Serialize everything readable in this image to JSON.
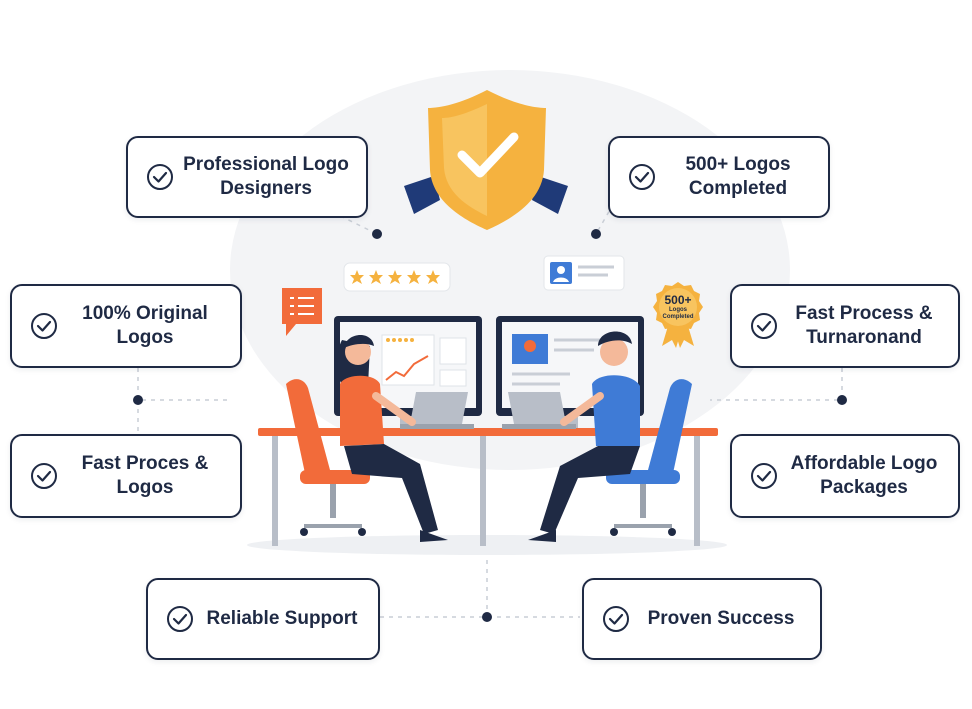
{
  "features": {
    "professional": "Professional Logo\nDesigners",
    "completed": "500+ Logos\nCompleted",
    "original": "100% Original\nLogos",
    "fast_turnaround": "Fast Process &\nTurnaronand",
    "fast_logos": "Fast Proces &\nLogos",
    "affordable": "Affordable Logo\nPackages",
    "support": "Reliable Support",
    "success": "Proven Success"
  },
  "badge": {
    "count": "500+",
    "caption": "Logos Completed"
  },
  "rating": {
    "stars": 5
  },
  "colors": {
    "navy": "#1f2a44",
    "orange": "#f26b3a",
    "blue": "#3f7bd6",
    "gold": "#f5b23f"
  }
}
